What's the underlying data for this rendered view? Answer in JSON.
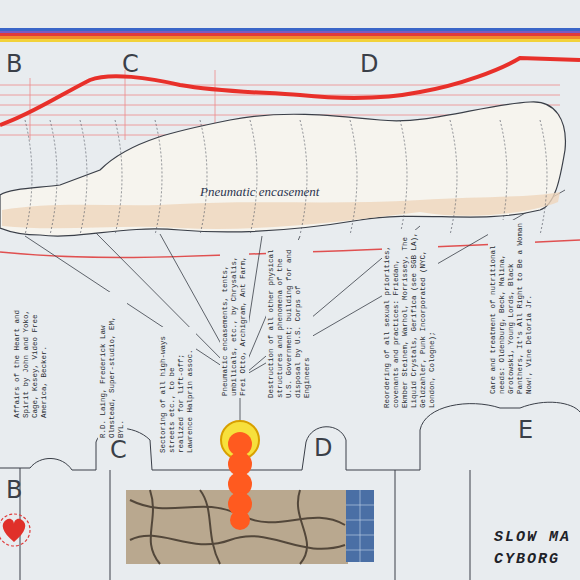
{
  "diagram": {
    "nodes": [
      {
        "text": [
          "Pneumatic encasement"
        ]
      }
    ],
    "labels": [
      "B",
      "C",
      "D",
      "Affairs of the Heart and Spirit by John and Yoko, Cage, Kesey, Video Free America, Becker.",
      "R.D. Laing, Frederick Law Olmstead, Super-studio, EM, BYL.",
      "Sectoring of all high-ways streets etc., to be realized for lift-off; Lawrence Halprin assoc.",
      "Pneumatic encasements, tents, umbilicals, etc., by Chrysalis, Frei Otto, Archigram, Ant Farm,",
      "Destruction of all other physical structures and phenomena of the U.S. Government; building for and disposal by U.S. Corps of Engineers",
      "Reordering of all sexual priorities, covenants and practices: Friedan, Ekmber Steinem, Warhol, Morrissey, The Liquid Crystals, Gerifica (see SGB LA), Geldzahler, Punk Incorporated (NYC, London, Cologne);",
      "Care and treatment of nutritional needs: Oldenburg, Beck, Malina, Grotowski, Young Lords, Black Panthers, It's All Right to Be a Woman Now!, Vine Deloria Jr.",
      "B",
      "C",
      "D",
      "E",
      "SLOW MA",
      "CYBORG"
    ]
  }
}
